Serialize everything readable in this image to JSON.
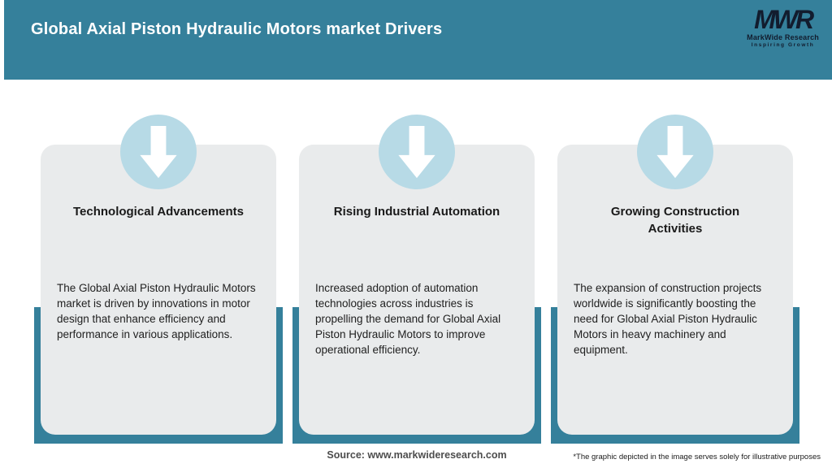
{
  "header": {
    "title": "Global Axial Piston Hydraulic Motors market Drivers",
    "logo": {
      "acronym": "MWR",
      "name": "MarkWide Research",
      "tagline": "Inspiring Growth"
    }
  },
  "cards": [
    {
      "icon": "down-arrow-icon",
      "title": "Technological Advancements",
      "description": "The Global Axial Piston Hydraulic Motors market is driven by innovations in motor design that enhance efficiency and performance in various applications."
    },
    {
      "icon": "down-arrow-icon",
      "title": "Rising Industrial Automation",
      "description": "Increased adoption of automation technologies across industries is propelling the demand for Global Axial Piston Hydraulic Motors to improve operational efficiency."
    },
    {
      "icon": "down-arrow-icon",
      "title": "Growing Construction Activities",
      "description": "The expansion of construction projects worldwide is significantly boosting the need for Global Axial Piston Hydraulic Motors in heavy machinery and equipment."
    }
  ],
  "footer": {
    "source": "Source: www.markwideresearch.com",
    "disclaimer": "*The graphic depicted in the image serves solely for illustrative purposes"
  },
  "colors": {
    "header_teal": "#35809B",
    "backing_teal": "#35809B",
    "card_background": "#E9EBEC",
    "circle_blue": "#B7DAE6",
    "arrow_white": "#FFFFFF",
    "logo_navy": "#121C2E",
    "title_white": "#FFFFFF"
  }
}
